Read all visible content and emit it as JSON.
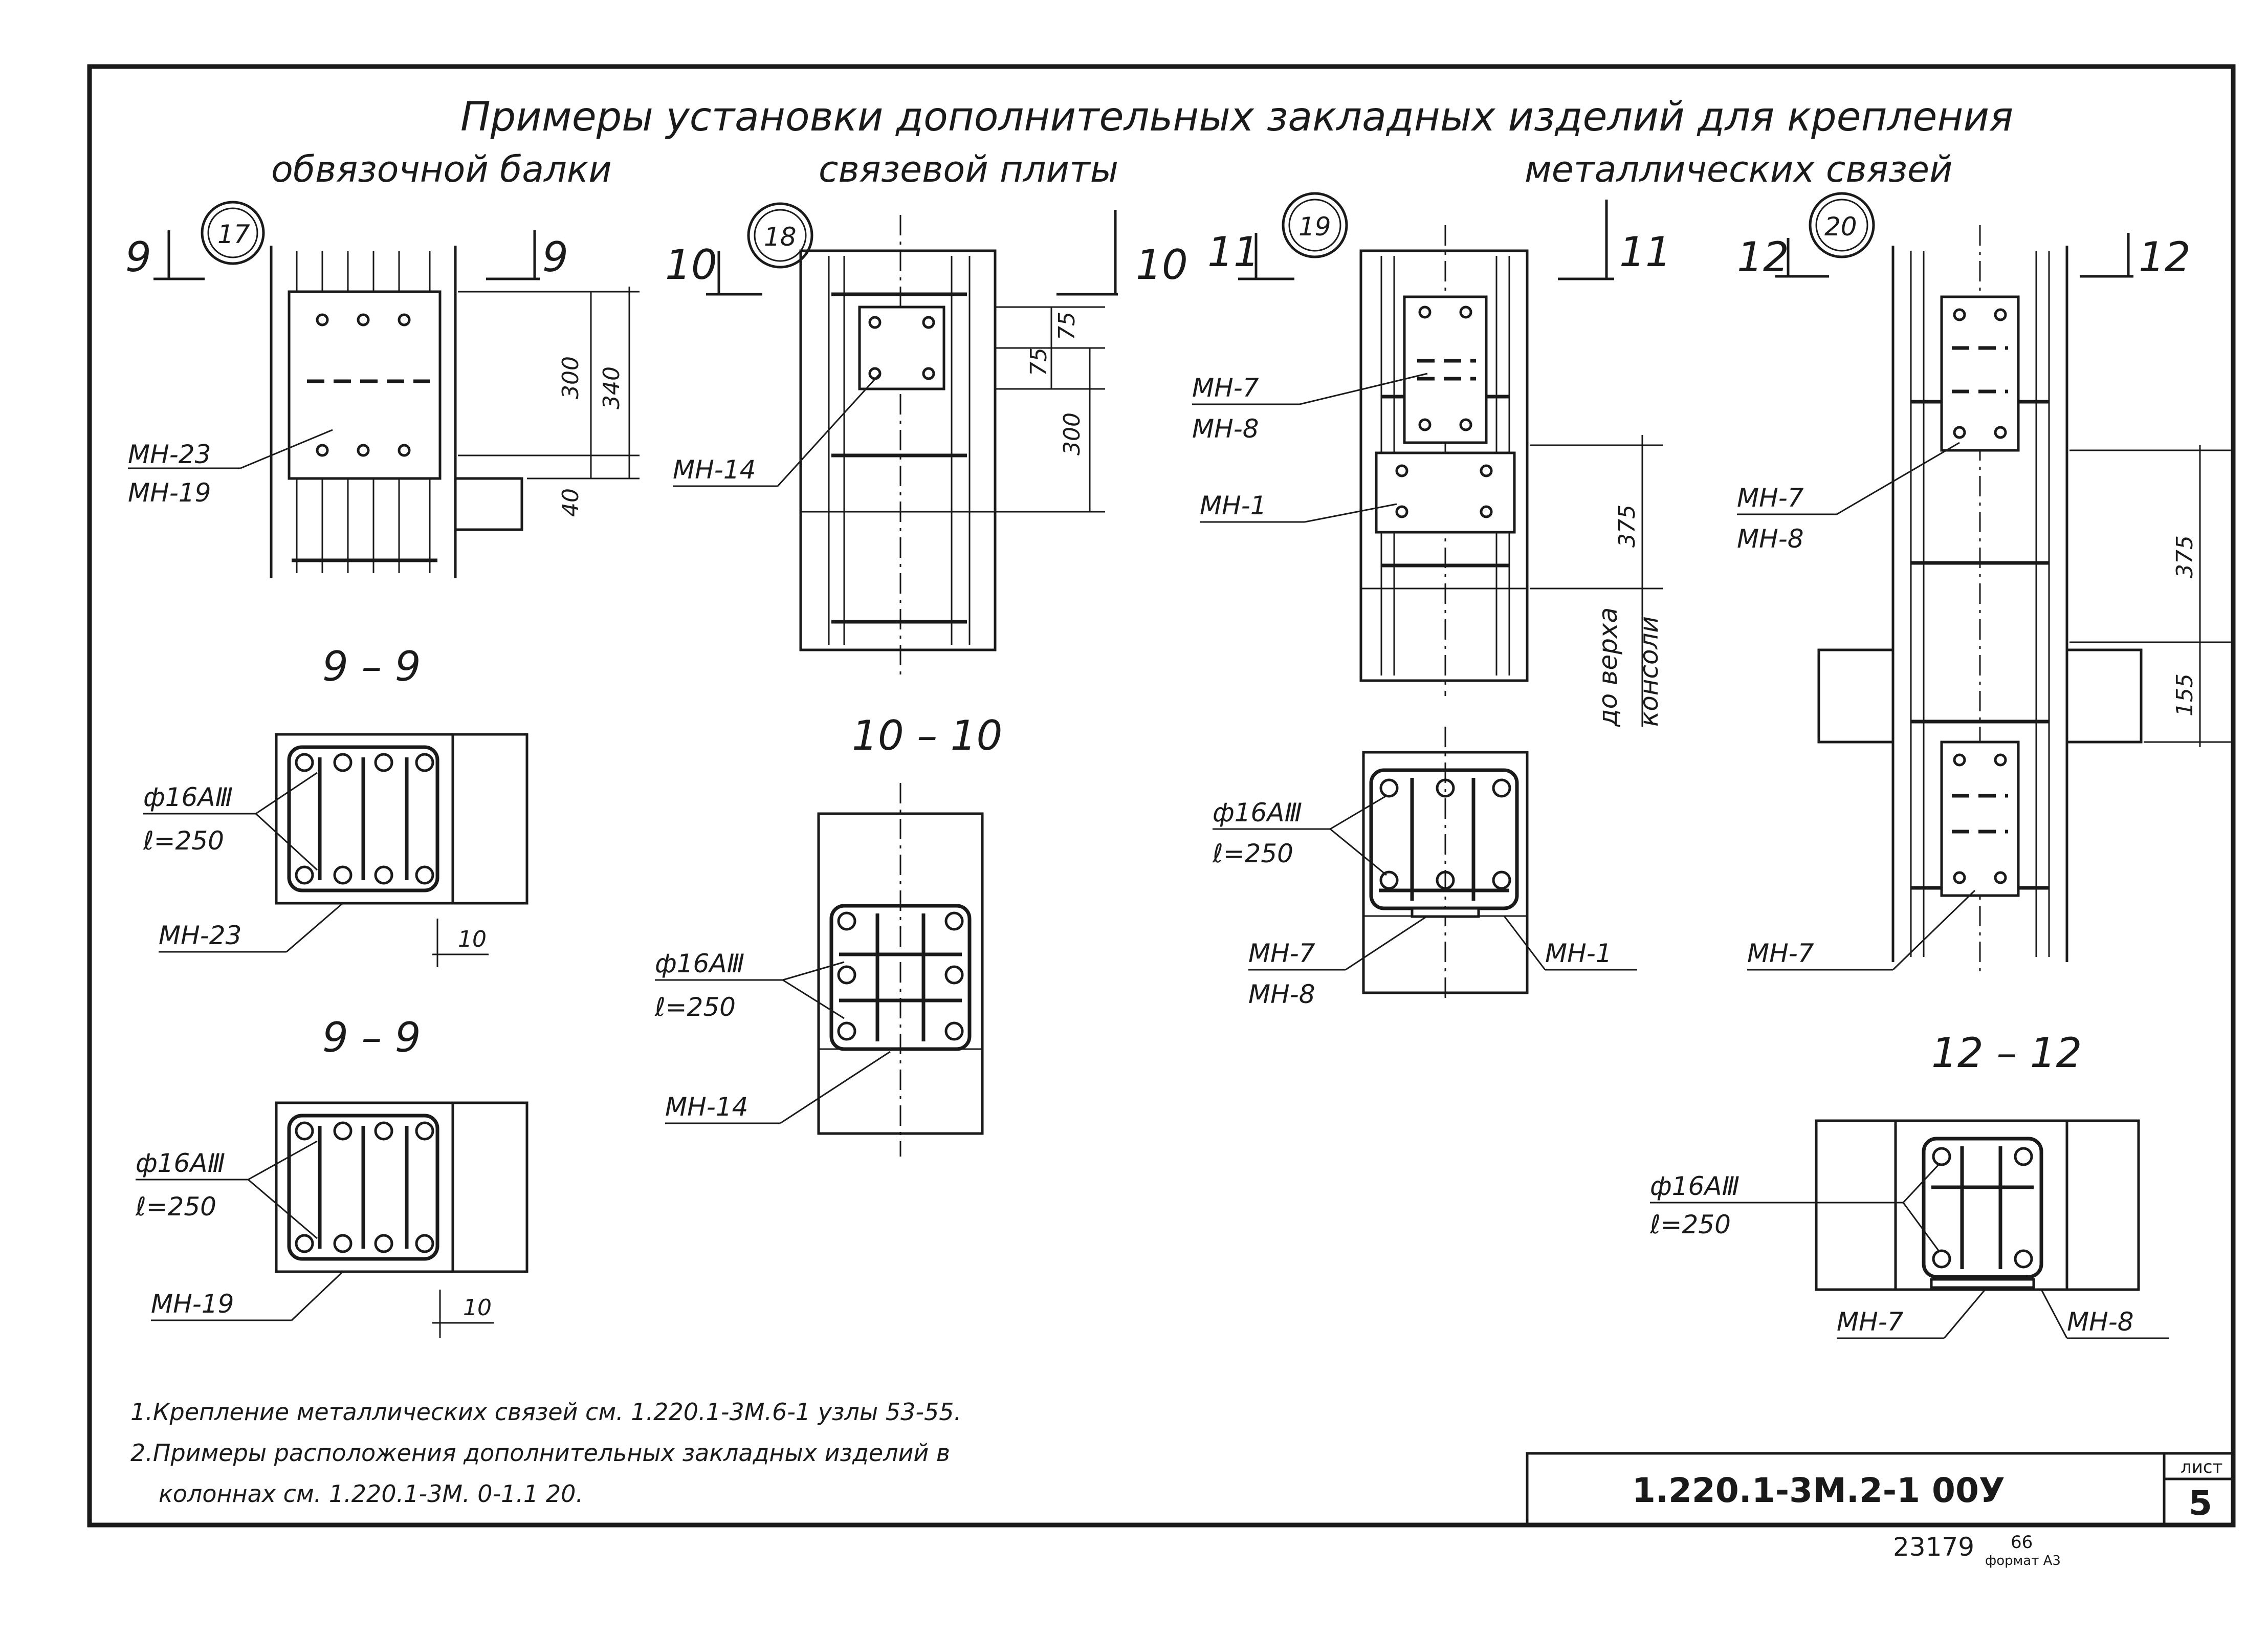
{
  "title": "Примеры установки дополнительных закладных изделий для крепления",
  "subtitles": {
    "beam": "обвязочной балки",
    "plate": "связевой плиты",
    "metal": "металлических связей"
  },
  "nodes": {
    "n17": {
      "number": "17",
      "cut_left": "9",
      "cut_right": "9",
      "mark_a": "МН-23",
      "mark_b": "МН-19",
      "dim_300": "300",
      "dim_340": "340",
      "dim_40": "40"
    },
    "n18": {
      "number": "18",
      "cut_left": "10",
      "cut_right": "10",
      "mark": "МН-14",
      "dim_75a": "75",
      "dim_75b": "75",
      "dim_300": "300"
    },
    "n19": {
      "number": "19",
      "cut_left": "11",
      "cut_right": "11",
      "mark_a": "МН-7",
      "mark_b": "МН-8",
      "mark_c": "МН-1",
      "dim_375": "375",
      "dim_text_1": "до верха",
      "dim_text_2": "консоли"
    },
    "n20": {
      "number": "20",
      "cut_left": "12",
      "cut_right": "12",
      "mark_a": "МН-7",
      "mark_b": "МН-8",
      "mark_c": "МН-7",
      "dim_375": "375",
      "dim_155": "155"
    }
  },
  "sections": {
    "s9a": {
      "label": "9 – 9",
      "rebar": "ф16АⅢ",
      "length": "ℓ=250",
      "mark": "МН-23",
      "dim": "10"
    },
    "s9b": {
      "label": "9 – 9",
      "rebar": "ф16АⅢ",
      "length": "ℓ=250",
      "mark": "МН-19",
      "dim": "10"
    },
    "s10": {
      "label": "10 – 10",
      "rebar": "ф16АⅢ",
      "length": "ℓ=250",
      "mark": "МН-14"
    },
    "s11": {
      "rebar": "ф16АⅢ",
      "length": "ℓ=250",
      "mark_a": "МН-7",
      "mark_b": "МН-8",
      "mark_c": "МН-1"
    },
    "s12": {
      "label": "12 – 12",
      "rebar": "ф16АⅢ",
      "length": "ℓ=250",
      "mark_a": "МН-7",
      "mark_b": "МН-8"
    }
  },
  "notes": [
    "1.Крепление металлических связей см. 1.220.1-3М.6-1 узлы 53-55.",
    "2.Примеры расположения дополнительных закладных изделий в",
    "колоннах см. 1.220.1-3М. 0-1.1 20."
  ],
  "stamp": {
    "code": "1.220.1-3М.2-1 00У",
    "sheet_label": "лист",
    "sheet_number": "5"
  },
  "footer": {
    "inventory": "23179",
    "sub": "66",
    "format": "формат А3"
  }
}
